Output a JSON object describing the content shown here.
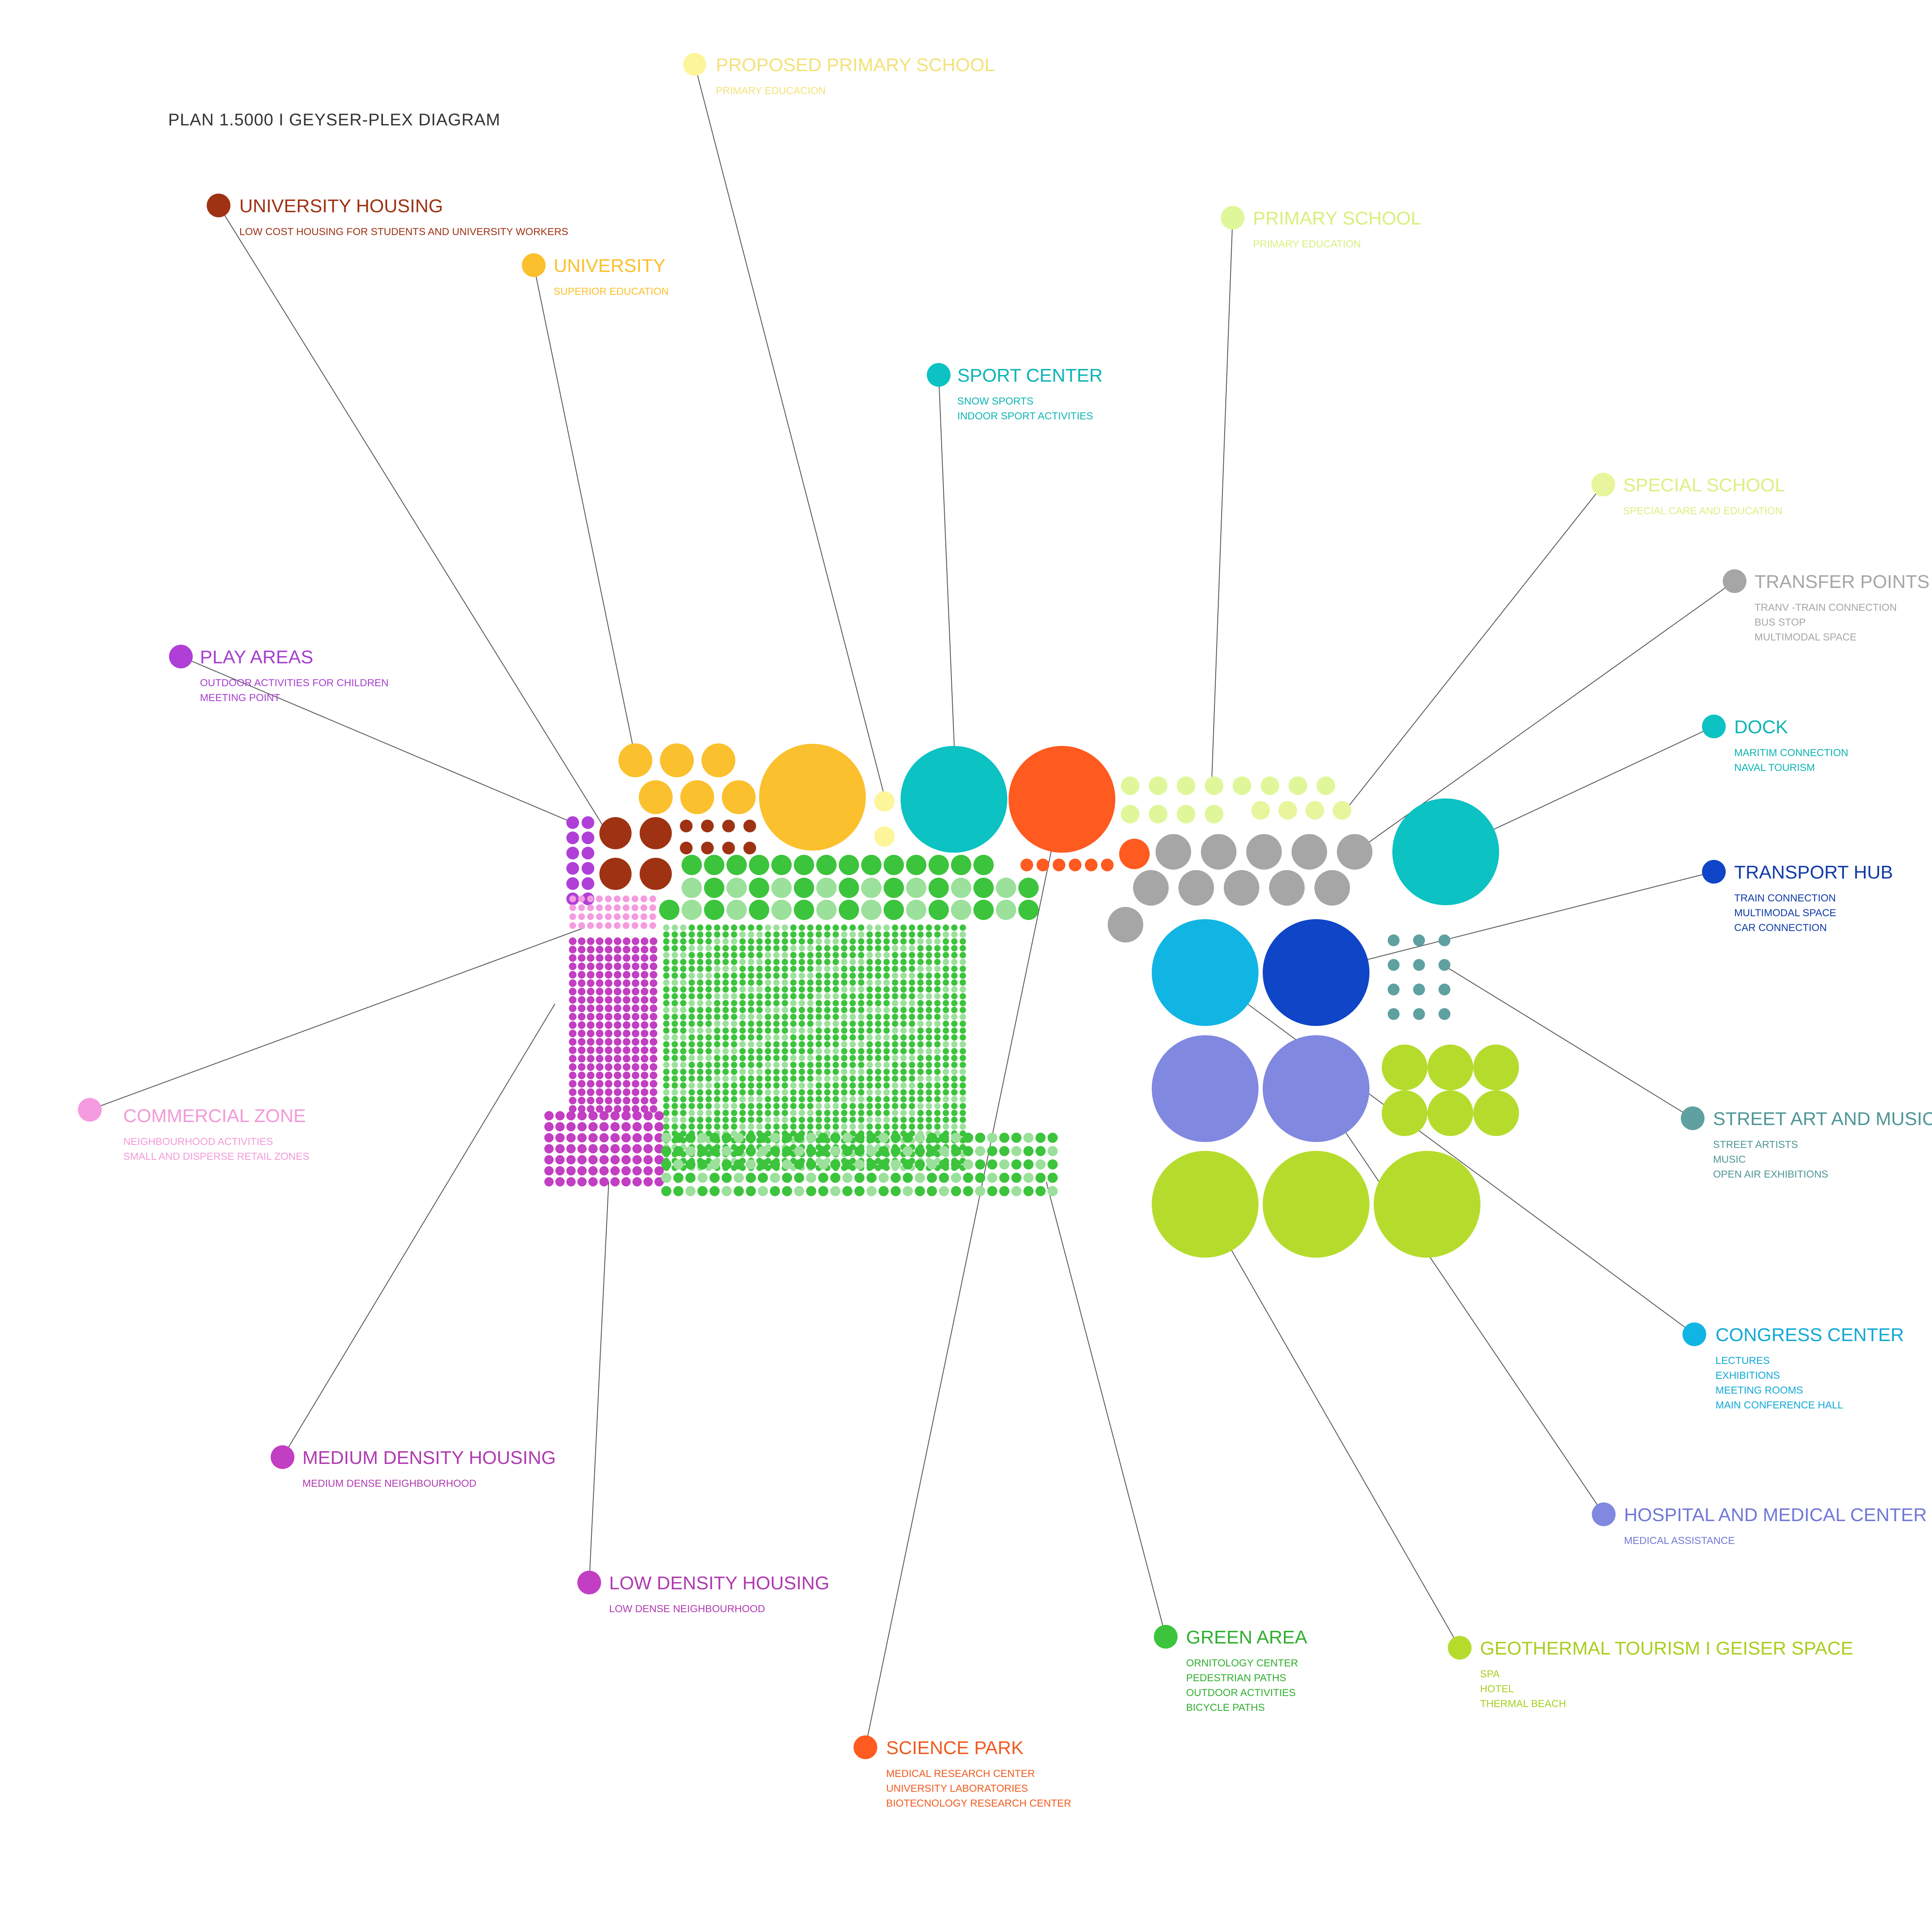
{
  "page": {
    "title": "PLAN 1.5000  I  GEYSER-PLEX DIAGRAM"
  },
  "colors": {
    "university_housing": "#9e3212",
    "university": "#fbc02d",
    "proposed_primary_school": "#fdf59a",
    "primary_school": "#dff79a",
    "special_school": "#e8f59c",
    "sport_center": "#0cc2c2",
    "science_park": "#ff5a1f",
    "transfer_points": "#a6a6a6",
    "dock": "#0cc2c2",
    "transport_hub": "#0f45c7",
    "street_art": "#5fa0a0",
    "congress_center": "#11b5e4",
    "hospital": "#8088e0",
    "geothermal": "#b5dc2d",
    "green_dark": "#3cc43c",
    "green_light": "#9be09b",
    "play_areas": "#b03fd8",
    "commercial": "#f59be0",
    "medium_density": "#c23ec2",
    "low_density": "#c23ec2",
    "leader_line": "#555555"
  },
  "labels": [
    {
      "key": "proposed_primary_school",
      "title": "PROPOSED PRIMARY SCHOOL",
      "subs": [
        "PRIMARY EDUCACION"
      ],
      "color": "#f2e27a",
      "icon": "#fdf59a"
    },
    {
      "key": "university_housing",
      "title": "UNIVERSITY HOUSING",
      "subs": [
        "LOW COST HOUSING FOR STUDENTS AND UNIVERSITY WORKERS"
      ],
      "color": "#9e3212",
      "icon": "#9e3212"
    },
    {
      "key": "university",
      "title": "UNIVERSITY",
      "subs": [
        "SUPERIOR EDUCATION"
      ],
      "color": "#fbc02d",
      "icon": "#fbc02d"
    },
    {
      "key": "primary_school",
      "title": "PRIMARY SCHOOL",
      "subs": [
        "PRIMARY EDUCATION"
      ],
      "color": "#d6f07c",
      "icon": "#dff79a"
    },
    {
      "key": "sport_center",
      "title": "SPORT CENTER",
      "subs": [
        "SNOW SPORTS",
        "INDOOR SPORT ACTIVITIES"
      ],
      "color": "#0cb4b4",
      "icon": "#0cc2c2"
    },
    {
      "key": "special_school",
      "title": "SPECIAL SCHOOL",
      "subs": [
        "SPECIAL CARE AND EDUCATION"
      ],
      "color": "#dcef82",
      "icon": "#e8f59c"
    },
    {
      "key": "transfer_points",
      "title": "TRANSFER POINTS",
      "subs": [
        "TRANV -TRAIN  CONNECTION",
        "BUS STOP",
        "MULTIMODAL SPACE"
      ],
      "color": "#a6a6a6",
      "icon": "#a6a6a6"
    },
    {
      "key": "play_areas",
      "title": "PLAY AREAS",
      "subs": [
        "OUTDOOR ACTIVITIES FOR CHILDREN",
        "MEETING POINT"
      ],
      "color": "#a63fd0",
      "icon": "#b03fd8"
    },
    {
      "key": "dock",
      "title": "DOCK",
      "subs": [
        "MARITIM CONNECTION",
        "NAVAL TOURISM"
      ],
      "color": "#0cb4b4",
      "icon": "#0cc2c2"
    },
    {
      "key": "transport_hub",
      "title": "TRANSPORT HUB",
      "subs": [
        "TRAIN CONNECTION",
        "MULTIMODAL SPACE",
        "CAR CONNECTION"
      ],
      "color": "#0f3aa8",
      "icon": "#0f45c7"
    },
    {
      "key": "commercial_zone",
      "title": "COMMERCIAL ZONE",
      "subs": [
        "NEIGHBOURHOOD ACTIVITIES",
        "SMALL AND DISPERSE RETAIL ZONES"
      ],
      "color": "#f39ad8",
      "icon": "#f59be0"
    },
    {
      "key": "street_art",
      "title": "STREET ART AND MUSIC",
      "subs": [
        "STREET ARTISTS",
        "MUSIC",
        "OPEN AIR EXHIBITIONS"
      ],
      "color": "#4f9696",
      "icon": "#5fa0a0"
    },
    {
      "key": "congress_center",
      "title": "CONGRESS CENTER",
      "subs": [
        "LECTURES",
        "EXHIBITIONS",
        "MEETING ROOMS",
        "MAIN CONFERENCE HALL"
      ],
      "color": "#11a8d4",
      "icon": "#11b5e4"
    },
    {
      "key": "medium_density",
      "title": "MEDIUM DENSITY HOUSING",
      "subs": [
        "MEDIUM DENSE NEIGHBOURHOOD"
      ],
      "color": "#b03ab0",
      "icon": "#c23ec2"
    },
    {
      "key": "hospital",
      "title": "HOSPITAL AND MEDICAL CENTER",
      "subs": [
        "MEDICAL ASSISTANCE"
      ],
      "color": "#7078d6",
      "icon": "#8088e0"
    },
    {
      "key": "low_density",
      "title": "LOW DENSITY HOUSING",
      "subs": [
        "LOW DENSE NEIGHBOURHOOD"
      ],
      "color": "#b03ab0",
      "icon": "#c23ec2"
    },
    {
      "key": "green_area",
      "title": "GREEN AREA",
      "subs": [
        "ORNITOLOGY CENTER",
        "PEDESTRIAN PATHS",
        "OUTDOOR ACTIVITIES",
        "BICYCLE PATHS"
      ],
      "color": "#2fae2f",
      "icon": "#3cc43c"
    },
    {
      "key": "geothermal",
      "title": "GEOTHERMAL TOURISM  I  GEISER SPACE",
      "subs": [
        "SPA",
        "HOTEL",
        "THERMAL BEACH"
      ],
      "color": "#a6cf1f",
      "icon": "#b5dc2d"
    },
    {
      "key": "science_park",
      "title": "SCIENCE PARK",
      "subs": [
        "MEDICAL RESEARCH CENTER",
        "UNIVERSITY LABORATORIES",
        "BIOTECNOLOGY RESEARCH CENTER"
      ],
      "color": "#f05a1f",
      "icon": "#ff5a1f"
    }
  ]
}
